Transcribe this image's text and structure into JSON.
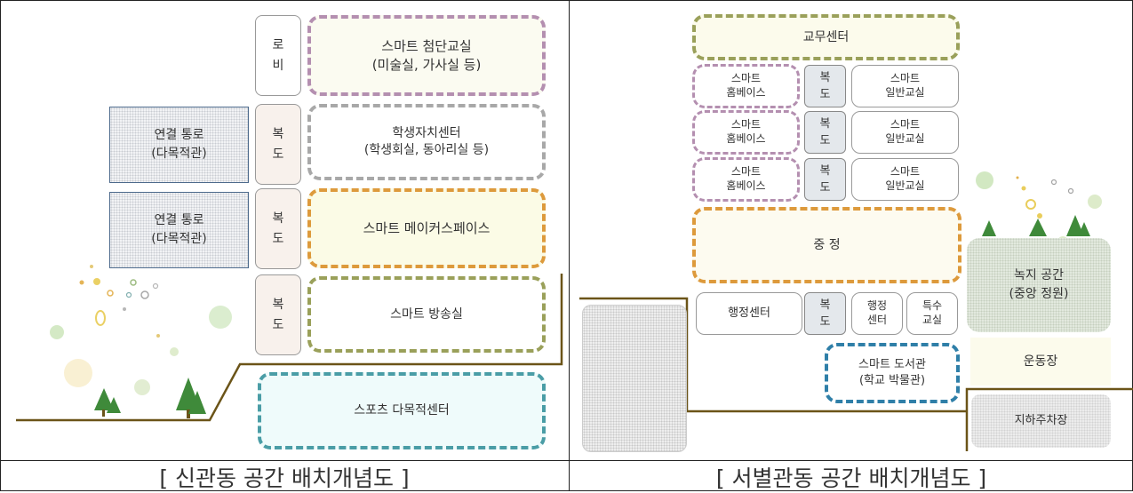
{
  "left": {
    "lobby": "로\n비",
    "smart_lab": "스마트 첨단교실\n(미술실, 가사실 등)",
    "corridor_1": "복\n도",
    "student_center": "학생자치센터\n(학생회실, 동아리실 등)",
    "passage_1": "연결 통로\n(다목적관)",
    "corridor_2": "복\n도",
    "maker_space": "스마트 메이커스페이스",
    "passage_2": "연결 통로\n(다목적관)",
    "corridor_3": "복\n도",
    "broadcast": "스마트 방송실",
    "sports_center": "스포츠 다목적센터",
    "caption": "[ 신관동 공간 배치개념도 ]"
  },
  "right": {
    "faculty_center": "교무센터",
    "homebase_1": "스마트\n홈베이스",
    "corridor_1": "복\n도",
    "classroom_1": "스마트\n일반교실",
    "homebase_2": "스마트\n홈베이스",
    "corridor_2": "복\n도",
    "classroom_2": "스마트\n일반교실",
    "homebase_3": "스마트\n홈베이스",
    "corridor_3": "복\n도",
    "classroom_3": "스마트\n일반교실",
    "courtyard": "중 정",
    "admin_center": "행정센터",
    "corridor_4": "복\n도",
    "admin_center_small": "행정\n센터",
    "special_class": "특수\n교실",
    "library": "스마트 도서관\n(학교 박물관)",
    "green_space": "녹지 공간\n(중앙 정원)",
    "playground": "운동장",
    "parking": "지하주차장",
    "caption": "[ 서별관동 공간 배치개념도 ]"
  },
  "colors": {
    "purple_dash": "#b48fb0",
    "gray_dash": "#a8a8a8",
    "orange_dash": "#dd9a3c",
    "olive_dash": "#9aa05a",
    "teal_dash": "#4a9da6",
    "blue_dash": "#2f7fa8",
    "ground_line": "#6b5418"
  }
}
